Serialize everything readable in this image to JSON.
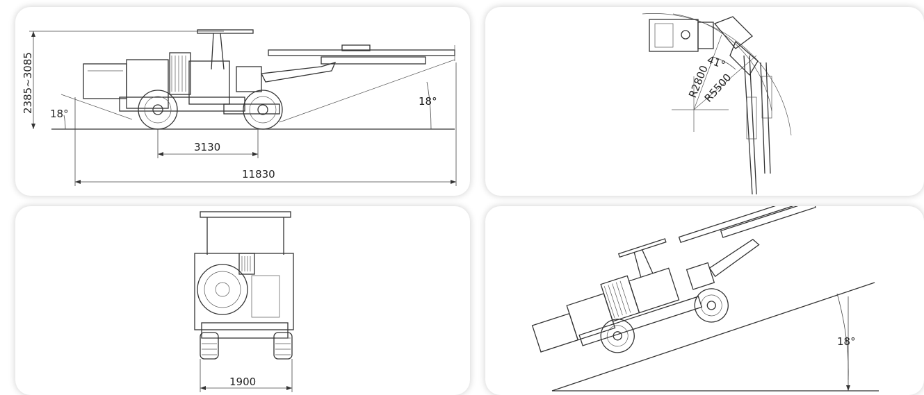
{
  "panels": {
    "side_view": {
      "height_label": "2385~3085",
      "left_angle_label": "18°",
      "right_angle_label": "18°",
      "wheelbase_label": "3130",
      "length_label": "11830"
    },
    "top_view": {
      "angle_label": "41°",
      "inner_radius_label": "R2800",
      "outer_radius_label": "R5500"
    },
    "front_view": {
      "width_label": "1900"
    },
    "slope_view": {
      "slope_angle_label": "18°"
    }
  }
}
